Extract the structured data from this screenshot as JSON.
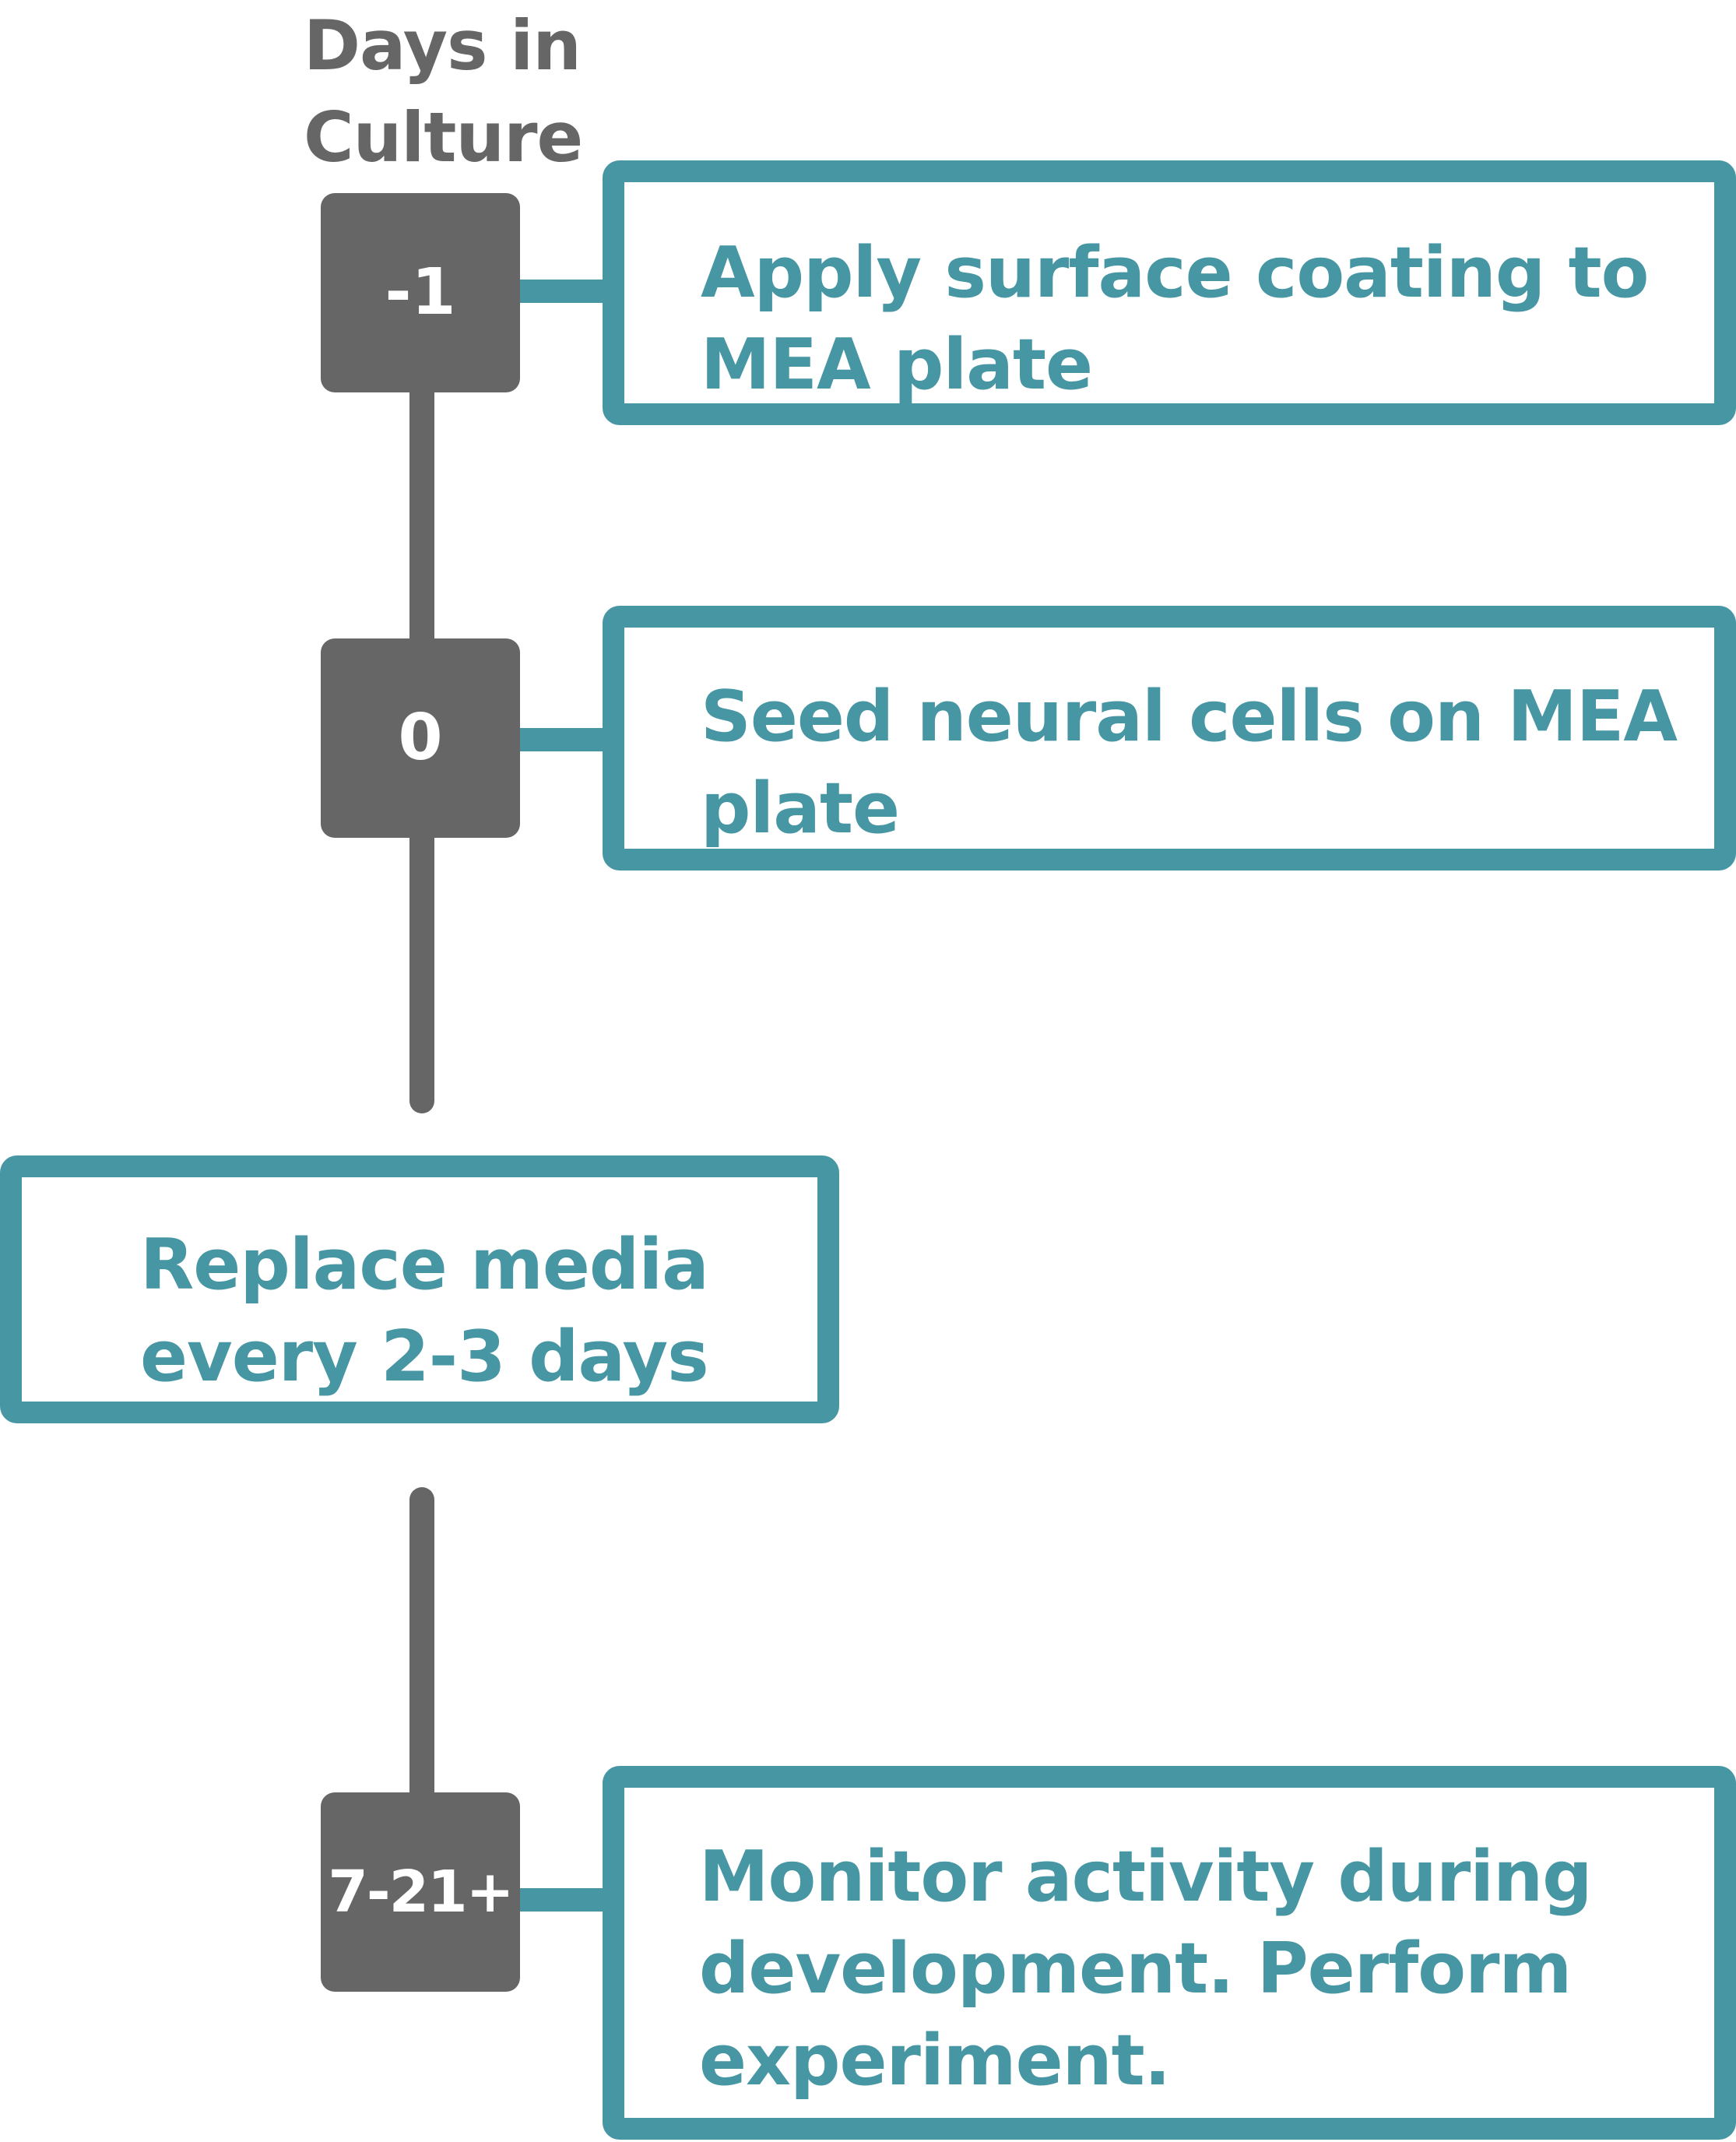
{
  "title": {
    "line1": "Days in",
    "line2": "Culture"
  },
  "steps": [
    {
      "day": "-1",
      "text_lines": [
        "Apply surface coating to",
        "MEA plate"
      ]
    },
    {
      "day": "0",
      "text_lines": [
        "Seed neural cells on MEA",
        "plate"
      ]
    },
    {
      "day": "",
      "text_lines": [
        "Replace media",
        "every 2-3 days"
      ]
    },
    {
      "day": "7-21+",
      "text_lines": [
        "Monitor activity during",
        "development.  Perform",
        "experiment."
      ]
    }
  ],
  "colors": {
    "timeline_gray": "#666666",
    "accent_teal": "#4696a3",
    "background": "#ffffff",
    "day_text": "#ffffff"
  }
}
